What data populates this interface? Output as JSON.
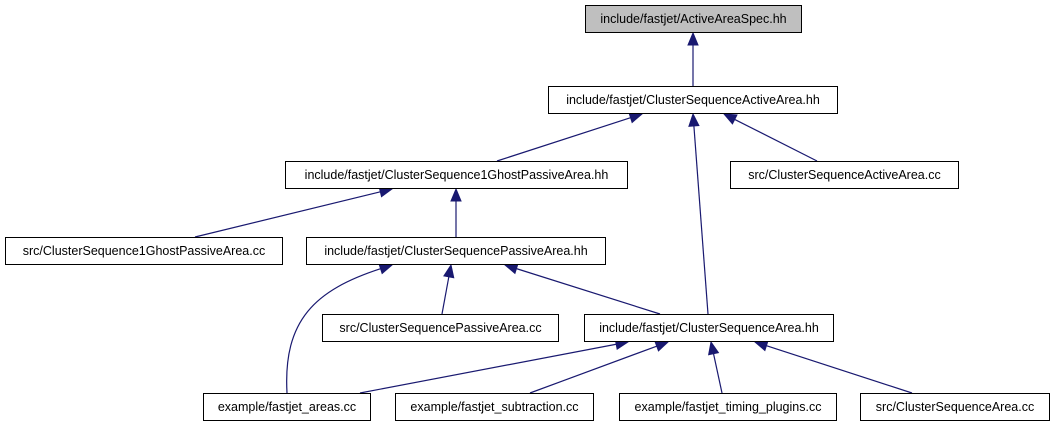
{
  "graph": {
    "edge_color": "#191970",
    "nodes": {
      "n0": "include/fastjet/ActiveAreaSpec.hh",
      "n1": "include/fastjet/ClusterSequenceActiveArea.hh",
      "n2": "include/fastjet/ClusterSequence1GhostPassiveArea.hh",
      "n3": "src/ClusterSequenceActiveArea.cc",
      "n4": "src/ClusterSequence1GhostPassiveArea.cc",
      "n5": "include/fastjet/ClusterSequencePassiveArea.hh",
      "n6": "src/ClusterSequencePassiveArea.cc",
      "n7": "include/fastjet/ClusterSequenceArea.hh",
      "n8": "example/fastjet_areas.cc",
      "n9": "example/fastjet_subtraction.cc",
      "n10": "example/fastjet_timing_plugins.cc",
      "n11": "src/ClusterSequenceArea.cc"
    }
  }
}
